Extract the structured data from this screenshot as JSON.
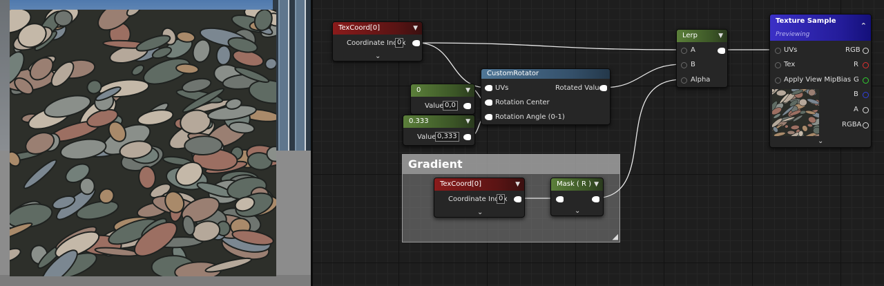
{
  "nodes": {
    "texcoord_top": {
      "title": "TexCoord[0]",
      "label": "Coordinate Index",
      "value": "0"
    },
    "constant_0": {
      "title": "0",
      "label": "Value",
      "value": "0,0"
    },
    "constant_333": {
      "title": "0.333",
      "label": "Value",
      "value": "0,333"
    },
    "custom_rotator": {
      "title": "CustomRotator",
      "inputs": [
        "UVs",
        "Rotation Center",
        "Rotation Angle (0-1)"
      ],
      "output": "Rotated Values"
    },
    "lerp": {
      "title": "Lerp",
      "inputs": [
        "A",
        "B",
        "Alpha"
      ]
    },
    "texture_sample": {
      "title": "Texture Sample",
      "subtitle": "Previewing",
      "inputs": [
        "UVs",
        "Tex",
        "Apply View MipBias"
      ],
      "outputs": [
        "RGB",
        "R",
        "G",
        "B",
        "A",
        "RGBA"
      ]
    },
    "texcoord_gradient": {
      "title": "TexCoord[0]",
      "label": "Coordinate Index",
      "value": "0"
    },
    "mask": {
      "title": "Mask ( R )"
    }
  },
  "comment": {
    "title": "Gradient"
  },
  "colors": {
    "red_header": "#8a1b1b",
    "green_header": "#5b7f3a",
    "blue_header": "#4f7696",
    "violet_header": "#3b30c6",
    "pin_r": "#e03030",
    "pin_g": "#30d030",
    "pin_b": "#3040e0"
  }
}
